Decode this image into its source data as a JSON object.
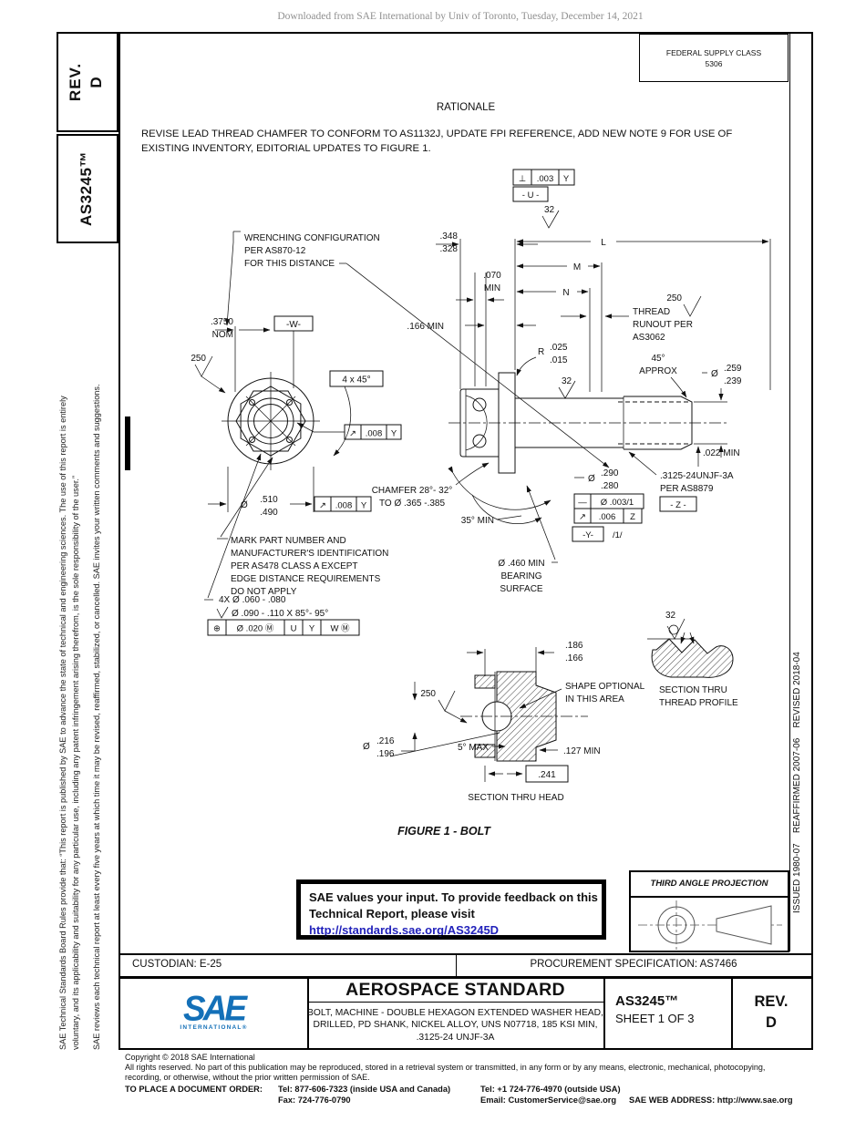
{
  "page": {
    "watermark": "Downloaded from SAE International by Univ of Toronto, Tuesday, December 14, 2021"
  },
  "left_tabs": {
    "rev_label": "REV.",
    "rev_value": "D",
    "doc_number": "AS3245™"
  },
  "margin_notes": {
    "line1": "SAE Technical Standards Board Rules provide that: “This report is published by SAE to advance the state of technical and engineering sciences. The use of this report is entirely",
    "line2": "voluntary, and its applicability and suitability for any particular use, including any patent infringement arising therefrom, is the sole responsibility of the user.”",
    "line3": "SAE reviews each technical report at least every five years at which time it may be revised, reaffirmed, stabilized, or cancelled. SAE invites your written comments and suggestions.",
    "history": "ISSUED 1980-07    REAFFIRMED 2007-06    REVISED 2018-04"
  },
  "header": {
    "fsc_label": "FEDERAL SUPPLY CLASS",
    "fsc_value": "5306",
    "rationale_title": "RATIONALE",
    "rationale_text": "REVISE LEAD THREAD CHAMFER TO CONFORM TO AS1132J, UPDATE FPI REFERENCE, ADD NEW NOTE 9 FOR USE OF EXISTING INVENTORY, EDITORIAL UPDATES TO FIGURE 1."
  },
  "fig": {
    "cap": "FIGURE 1 - BOLT",
    "perp": "⊥",
    "v003": ".003",
    "dY": "Y",
    "dU": "- U -",
    "f32": "32",
    "f250": "250",
    "d348": ".348",
    "d328": ".328",
    "L": "L",
    "M": "M",
    "N": "N",
    "d070": ".070",
    "min": "MIN",
    "d166": ".166 MIN",
    "w1": "WRENCHING CONFIGURATION",
    "w2": "PER AS870-12",
    "w3": "FOR THIS DISTANCE",
    "t1": "THREAD",
    "t2": "RUNOUT PER",
    "t3": "AS3062",
    "dW": "-W-",
    "d3750": ".3750",
    "nom": "NOM",
    "c445": "4 x 45°",
    "runsym": "↗",
    "v008": ".008",
    "dia": "Ø",
    "d510": ".510",
    "d490": ".490",
    "R": "R",
    "d025": ".025",
    "d015": ".015",
    "a45": "45°",
    "approx": "APPROX",
    "d259": ".259",
    "d239": ".239",
    "d022": ".022 MIN",
    "th1": ".3125-24UNJF-3A",
    "th2": "PER AS8879",
    "dZ": "- Z -",
    "d290": ".290",
    "d280": ".280",
    "straight": "—",
    "v0031": "Ø  .003/1",
    "v006": ".006",
    "dZ2": "Z",
    "dYb": "-Y-",
    "s1": "/1/",
    "a35": "35° MIN",
    "ch1": "CHAMFER 28°- 32°",
    "ch2": "TO Ø .365 -.385",
    "m1": "MARK PART NUMBER AND",
    "m2": "MANUFACTURER'S IDENTIFICATION",
    "m3": "PER AS478 CLASS A EXCEPT",
    "m4": "EDGE DISTANCE REQUIREMENTS",
    "m5": "DO NOT APPLY",
    "b1": "Ø .460 MIN",
    "b2": "BEARING",
    "b3": "SURFACE",
    "h1": "4X Ø .060 - .080",
    "h2": "Ø .090 - .110 X 85°- 95°",
    "pos": "⊕",
    "v020": "Ø .020 Ⓜ",
    "dU2": "U",
    "dY3": "Y",
    "dWM": "W Ⓜ",
    "d186": ".186",
    "d166b": ".166",
    "sh1": "SHAPE OPTIONAL",
    "sh2": "IN THIS AREA",
    "d216": ".216",
    "d196": ".196",
    "a5": "5° MAX",
    "d127": ".127 MIN",
    "d241": ".241",
    "sec1": "SECTION THRU HEAD",
    "sec2": "SECTION THRU",
    "sec3": "THREAD PROFILE"
  },
  "feedback": {
    "line1": "SAE values your input. To provide feedback on this",
    "line2": "Technical Report, please visit",
    "link": "http://standards.sae.org/AS3245D"
  },
  "projection": {
    "title": "THIRD ANGLE PROJECTION"
  },
  "title_block": {
    "custodian": "CUSTODIAN: E-25",
    "procurement": "PROCUREMENT SPECIFICATION: AS7466",
    "logo_text": "SAE",
    "logo_sub": "INTERNATIONAL®",
    "standard_type": "AEROSPACE STANDARD",
    "description": "BOLT, MACHINE - DOUBLE HEXAGON EXTENDED WASHER HEAD, DRILLED, PD SHANK, NICKEL ALLOY, UNS N07718, 185 KSI MIN, .3125-24 UNJF-3A",
    "doc_number": "AS3245™",
    "sheet": "SHEET 1 OF 3",
    "rev_label": "REV.",
    "rev_value": "D"
  },
  "footer": {
    "copyright": "Copyright © 2018 SAE International",
    "rights1": "All rights reserved. No part of this publication may be reproduced, stored in a retrieval system or transmitted, in any form or by any means, electronic, mechanical, photocopying,",
    "rights2": "recording, or otherwise, without the prior written permission of SAE.",
    "order_label": "TO PLACE A DOCUMENT ORDER:",
    "tel_inside": "Tel: 877-606-7323 (inside USA and Canada)",
    "tel_outside": "Tel: +1 724-776-4970 (outside USA)",
    "fax": "Fax: 724-776-0790",
    "email": "Email: CustomerService@sae.org",
    "web": "SAE WEB ADDRESS: http://www.sae.org"
  }
}
